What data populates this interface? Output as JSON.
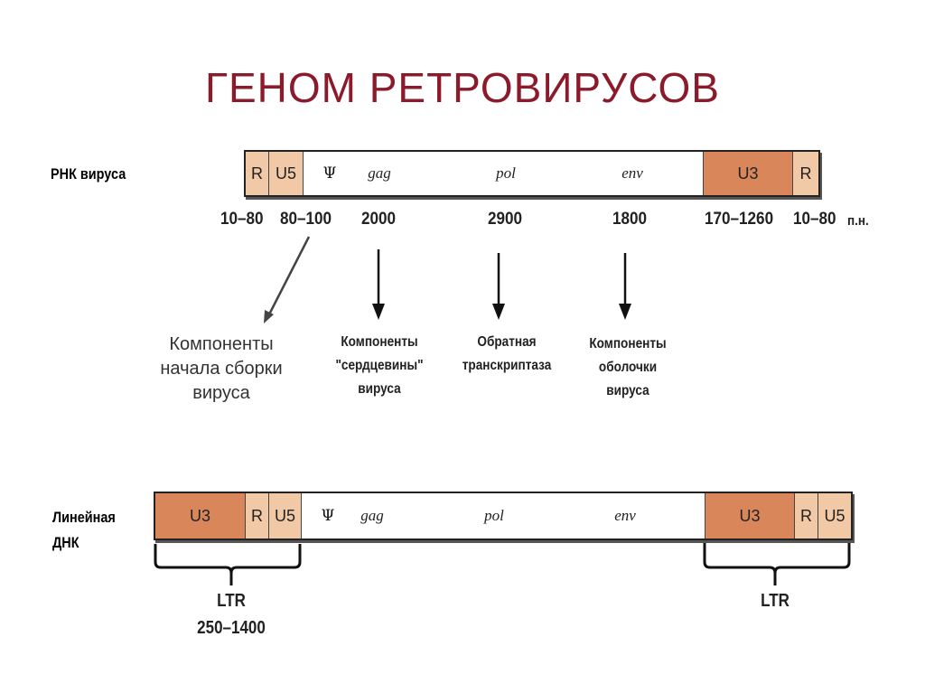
{
  "title": "ГЕНОМ РЕТРОВИРУСОВ",
  "rna": {
    "label": "РНК вируса",
    "segments": {
      "r_left": "R",
      "u5": "U5",
      "u3": "U3",
      "r_right": "R"
    },
    "psi": "Ψ",
    "genes": {
      "gag": "gag",
      "pol": "pol",
      "env": "env"
    },
    "lengths": {
      "r": "10–80",
      "u5": "80–100",
      "gag": "2000",
      "pol": "2900",
      "env": "1800",
      "u3": "170–1260",
      "r_right": "10–80",
      "unit": "п.н."
    }
  },
  "descriptions": {
    "assembly": [
      "Компоненты",
      "начала сборки",
      "вируса"
    ],
    "core": [
      "Компоненты",
      "\"сердцевины\"",
      "вируса"
    ],
    "rt": [
      "Обратная",
      "транскриптаза"
    ],
    "envelope": [
      "Компоненты",
      "оболочки",
      "вируса"
    ]
  },
  "dna": {
    "label_line1": "Линейная",
    "label_line2": "ДНК",
    "segments": {
      "u3_left": "U3",
      "r_left": "R",
      "u5_left": "U5",
      "u3_right": "U3",
      "r_right": "R",
      "u5_right": "U5"
    },
    "psi": "Ψ",
    "genes": {
      "gag": "gag",
      "pol": "pol",
      "env": "env"
    },
    "ltr_left": {
      "label": "LTR",
      "size": "250–1400"
    },
    "ltr_right": {
      "label": "LTR"
    }
  },
  "colors": {
    "title": "#8b1a2b",
    "u3": "#d9875a",
    "r_u5": "#f2c9a6"
  }
}
